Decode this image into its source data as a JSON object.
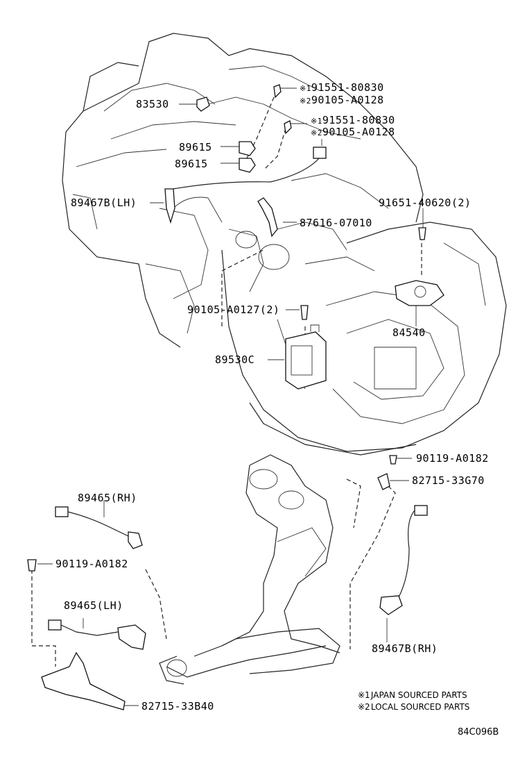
{
  "parts": {
    "p83530": "83530",
    "p89615a": "89615",
    "p89615b": "89615",
    "p89467b_lh": "89467B(LH)",
    "p91551_a": "91551-80830",
    "p90105_a": "90105-A0128",
    "p91551_b": "91551-80830",
    "p90105_b": "90105-A0128",
    "p91651": "91651-40620(2)",
    "p87616": "87616-07010",
    "p90105_0127": "90105-A0127(2)",
    "p84540": "84540",
    "p89530c": "89530C",
    "p90119_top": "90119-A0182",
    "p82715_33g70": "82715-33G70",
    "p89465_rh": "89465(RH)",
    "p90119_left": "90119-A0182",
    "p89465_lh": "89465(LH)",
    "p89467b_rh": "89467B(RH)",
    "p82715_33b40": "82715-33B40"
  },
  "marks": {
    "m1": "※1",
    "m2": "※2"
  },
  "notes": {
    "note1_mark": "※1",
    "note1": "JAPAN SOURCED PARTS",
    "note2_mark": "※2",
    "note2": "LOCAL SOURCED PARTS"
  },
  "figure_code": "84C096B"
}
